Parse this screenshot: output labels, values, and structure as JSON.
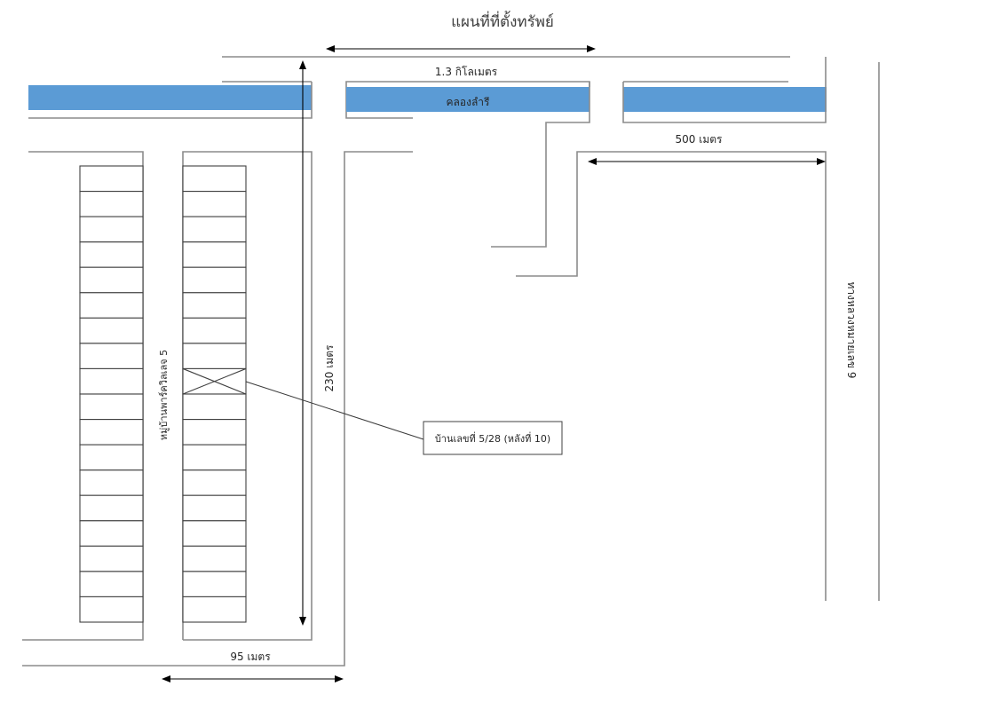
{
  "map": {
    "title": "แผนที่ที่ตั้งทรัพย์",
    "canal_label": "คลองลำรี",
    "canal_color": "#5b9bd5",
    "village_label": "หมู่บ้านพาร์ควิลเลจ 5",
    "highway_label": "ทางหลวงหมายเลข 9",
    "callout_label": "บ้านเลขที่ 5/28 (หลังที่ 10)",
    "dimensions": {
      "top": "1.3 กิโลเมตร",
      "right": "500 เมตร",
      "vertical": "230 เมตร",
      "bottom": "95 เมตร"
    },
    "lots": {
      "rows_per_column": 18,
      "columns": 2,
      "marked_column": 2,
      "marked_row": 9
    }
  }
}
